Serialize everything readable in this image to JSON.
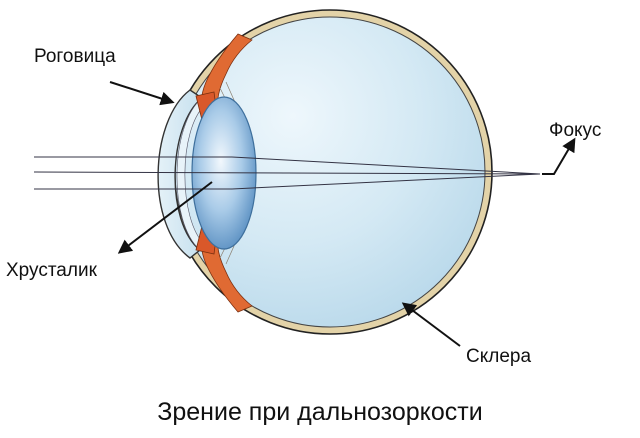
{
  "labels": {
    "cornea": "Роговица",
    "lens": "Хрусталик",
    "focus": "Фокус",
    "sclera": "Склера"
  },
  "caption": "Зрение при дальнозоркости",
  "colors": {
    "eyeball_fill": "#cfe6f2",
    "sclera_outer": "#d9c79a",
    "sclera_line": "#222222",
    "iris": "#e26a35",
    "lens_center": "#eaf4fb",
    "lens_edge": "#6fa3cf",
    "ray": "#333344"
  }
}
